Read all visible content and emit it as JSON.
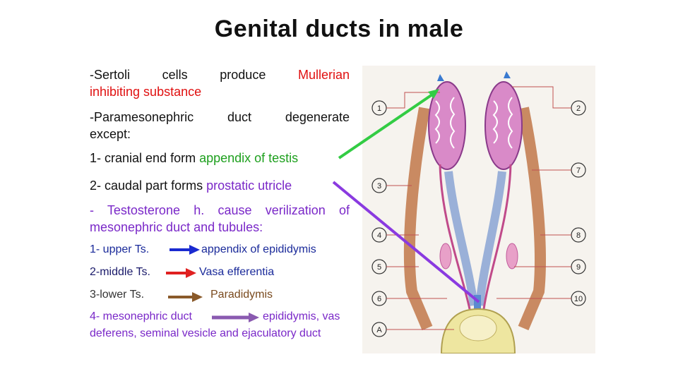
{
  "title": "Genital ducts in male",
  "sertoli": {
    "line1_prefix": "-Sertoli",
    "line1_w2": "cells",
    "line1_w3": "produce",
    "line1_red": "Mullerian",
    "line2_red": "inhibiting substance"
  },
  "paramesonephric": {
    "w1": "-Paramesonephric",
    "w2": "duct",
    "w3": "degenerate",
    "line2": "except:"
  },
  "item1": {
    "prefix": "1- cranial end form ",
    "highlight": "appendix of testis"
  },
  "item2": {
    "prefix": "2- caudal part forms ",
    "highlight": "prostatic utricle"
  },
  "testosterone": {
    "line1": "- Testosterone h. cause verilization of",
    "line2": "mesonephric duct and tubules:"
  },
  "tubules": [
    {
      "label": "1- upper Ts.",
      "result": "appendix of epididymis",
      "arrow_color": "#1a2ad0"
    },
    {
      "label": "2-middle Ts.",
      "result": "Vasa efferentia",
      "arrow_color": "#e02020"
    },
    {
      "label": "3-lower Ts.",
      "result": "Paradidymis",
      "arrow_color": "#8a5a2a"
    }
  ],
  "item4": {
    "prefix": "4- mesonephric duct",
    "result1": "epididymis, vas",
    "result2": "deferens, seminal vesicle and ejaculatory duct"
  },
  "figure_labels": {
    "left": [
      "1",
      "3",
      "4",
      "5",
      "6",
      "A"
    ],
    "right": [
      "2",
      "7",
      "8",
      "9",
      "10"
    ]
  },
  "colors": {
    "red": "#e01010",
    "green": "#1ea01e",
    "purple": "#7a28c8",
    "blue": "#1a2a9a"
  }
}
